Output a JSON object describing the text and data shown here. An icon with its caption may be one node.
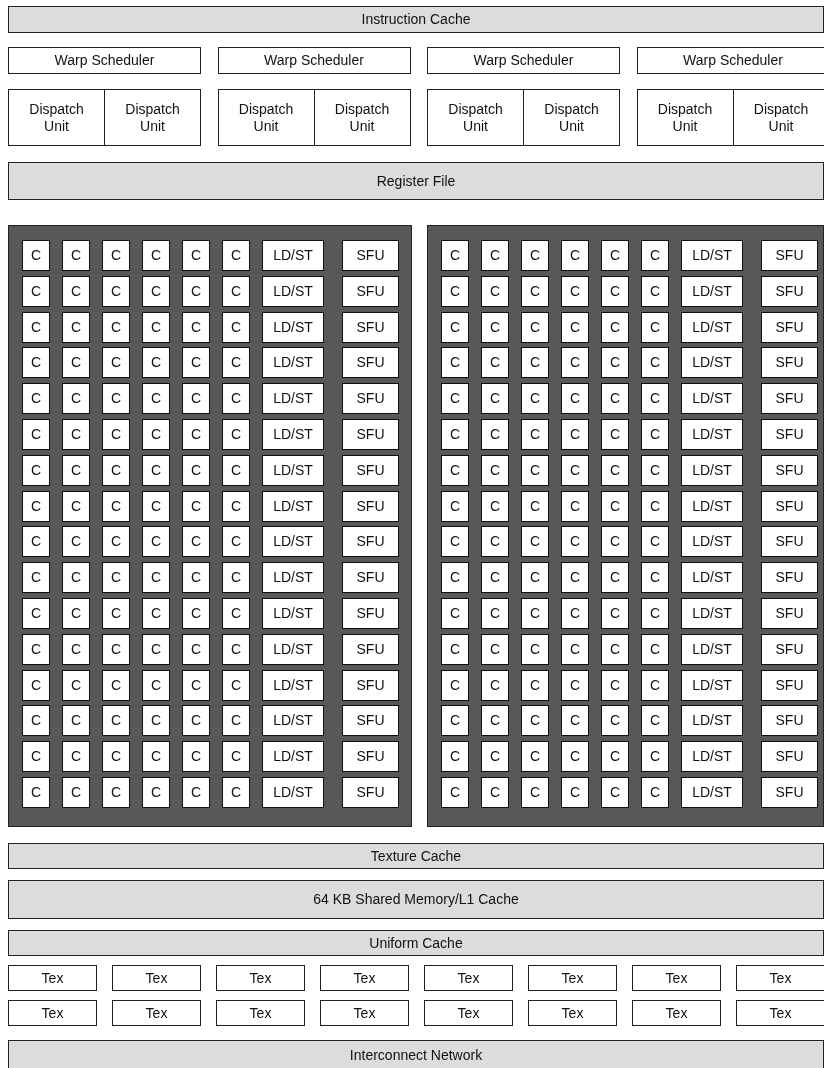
{
  "diagram": {
    "nodes": [
      {
        "text": [
          "Instruction Cache"
        ]
      },
      {
        "text": [
          "Warp Scheduler"
        ]
      },
      {
        "text": [
          "Warp Scheduler"
        ]
      },
      {
        "text": [
          "Warp Scheduler"
        ]
      },
      {
        "text": [
          "Warp Scheduler"
        ]
      },
      {
        "text": [
          "Dispatch Unit"
        ]
      },
      {
        "text": [
          "Dispatch Unit"
        ]
      },
      {
        "text": [
          "Dispatch Unit"
        ]
      },
      {
        "text": [
          "Dispatch Unit"
        ]
      },
      {
        "text": [
          "Dispatch Unit"
        ]
      },
      {
        "text": [
          "Dispatch Unit"
        ]
      },
      {
        "text": [
          "Dispatch Unit"
        ]
      },
      {
        "text": [
          "Dispatch Unit"
        ]
      },
      {
        "text": [
          "Register File"
        ]
      },
      {
        "text": [],
        "shape": "box"
      },
      {
        "text": [
          "C"
        ],
        "in": 14
      },
      {
        "text": [
          "C"
        ],
        "in": 14
      },
      {
        "text": [
          "C"
        ],
        "in": 14
      },
      {
        "text": [
          "C"
        ],
        "in": 14
      },
      {
        "text": [
          "C"
        ],
        "in": 14
      },
      {
        "text": [
          "C"
        ],
        "in": 14
      },
      {
        "text": [
          "LD/ST"
        ],
        "in": 14
      },
      {
        "text": [
          "SFU"
        ],
        "in": 14
      },
      {
        "text": [
          "C"
        ],
        "in": 14
      },
      {
        "text": [
          "C"
        ],
        "in": 14
      },
      {
        "text": [
          "C"
        ],
        "in": 14
      },
      {
        "text": [
          "C"
        ],
        "in": 14
      },
      {
        "text": [
          "C"
        ],
        "in": 14
      },
      {
        "text": [
          "C"
        ],
        "in": 14
      },
      {
        "text": [
          "LD/ST"
        ],
        "in": 14
      },
      {
        "text": [
          "SFU"
        ],
        "in": 14
      },
      {
        "text": [
          "C"
        ],
        "in": 14
      },
      {
        "text": [
          "C"
        ],
        "in": 14
      },
      {
        "text": [
          "C"
        ],
        "in": 14
      },
      {
        "text": [
          "C"
        ],
        "in": 14
      },
      {
        "text": [
          "C"
        ],
        "in": 14
      },
      {
        "text": [
          "C"
        ],
        "in": 14
      },
      {
        "text": [
          "LD/ST"
        ],
        "in": 14
      },
      {
        "text": [
          "SFU"
        ],
        "in": 14
      },
      {
        "text": [
          "C"
        ],
        "in": 14
      },
      {
        "text": [
          "C"
        ],
        "in": 14
      },
      {
        "text": [
          "C"
        ],
        "in": 14
      },
      {
        "text": [
          "C"
        ],
        "in": 14
      },
      {
        "text": [
          "C"
        ],
        "in": 14
      },
      {
        "text": [
          "C"
        ],
        "in": 14
      },
      {
        "text": [
          "LD/ST"
        ],
        "in": 14
      },
      {
        "text": [
          "SFU"
        ],
        "in": 14
      },
      {
        "text": [
          "C"
        ],
        "in": 14
      },
      {
        "text": [
          "C"
        ],
        "in": 14
      },
      {
        "text": [
          "C"
        ],
        "in": 14
      },
      {
        "text": [
          "C"
        ],
        "in": 14
      },
      {
        "text": [
          "C"
        ],
        "in": 14
      },
      {
        "text": [
          "C"
        ],
        "in": 14
      },
      {
        "text": [
          "LD/ST"
        ],
        "in": 14
      },
      {
        "text": [
          "SFU"
        ],
        "in": 14
      },
      {
        "text": [
          "C"
        ],
        "in": 14
      },
      {
        "text": [
          "C"
        ],
        "in": 14
      },
      {
        "text": [
          "C"
        ],
        "in": 14
      },
      {
        "text": [
          "C"
        ],
        "in": 14
      },
      {
        "text": [
          "C"
        ],
        "in": 14
      },
      {
        "text": [
          "C"
        ],
        "in": 14
      },
      {
        "text": [
          "LD/ST"
        ],
        "in": 14
      },
      {
        "text": [
          "SFU"
        ],
        "in": 14
      },
      {
        "text": [
          "C"
        ],
        "in": 14
      },
      {
        "text": [
          "C"
        ],
        "in": 14
      },
      {
        "text": [
          "C"
        ],
        "in": 14
      },
      {
        "text": [
          "C"
        ],
        "in": 14
      },
      {
        "text": [
          "C"
        ],
        "in": 14
      },
      {
        "text": [
          "C"
        ],
        "in": 14
      },
      {
        "text": [
          "LD/ST"
        ],
        "in": 14
      },
      {
        "text": [
          "SFU"
        ],
        "in": 14
      },
      {
        "text": [
          "C"
        ],
        "in": 14
      },
      {
        "text": [
          "C"
        ],
        "in": 14
      },
      {
        "text": [
          "C"
        ],
        "in": 14
      },
      {
        "text": [
          "C"
        ],
        "in": 14
      },
      {
        "text": [
          "C"
        ],
        "in": 14
      },
      {
        "text": [
          "C"
        ],
        "in": 14
      },
      {
        "text": [
          "LD/ST"
        ],
        "in": 14
      },
      {
        "text": [
          "SFU"
        ],
        "in": 14
      },
      {
        "text": [
          "C"
        ],
        "in": 14
      },
      {
        "text": [
          "C"
        ],
        "in": 14
      },
      {
        "text": [
          "C"
        ],
        "in": 14
      },
      {
        "text": [
          "C"
        ],
        "in": 14
      },
      {
        "text": [
          "C"
        ],
        "in": 14
      },
      {
        "text": [
          "C"
        ],
        "in": 14
      },
      {
        "text": [
          "LD/ST"
        ],
        "in": 14
      },
      {
        "text": [
          "SFU"
        ],
        "in": 14
      },
      {
        "text": [
          "C"
        ],
        "in": 14
      },
      {
        "text": [
          "C"
        ],
        "in": 14
      },
      {
        "text": [
          "C"
        ],
        "in": 14
      },
      {
        "text": [
          "C"
        ],
        "in": 14
      },
      {
        "text": [
          "C"
        ],
        "in": 14
      },
      {
        "text": [
          "C"
        ],
        "in": 14
      },
      {
        "text": [
          "LD/ST"
        ],
        "in": 14
      },
      {
        "text": [
          "SFU"
        ],
        "in": 14
      },
      {
        "text": [
          "C"
        ],
        "in": 14
      },
      {
        "text": [
          "C"
        ],
        "in": 14
      },
      {
        "text": [
          "C"
        ],
        "in": 14
      },
      {
        "text": [
          "C"
        ],
        "in": 14
      },
      {
        "text": [
          "C"
        ],
        "in": 14
      },
      {
        "text": [
          "C"
        ],
        "in": 14
      },
      {
        "text": [
          "LD/ST"
        ],
        "in": 14
      },
      {
        "text": [
          "SFU"
        ],
        "in": 14
      },
      {
        "text": [
          "C"
        ],
        "in": 14
      },
      {
        "text": [
          "C"
        ],
        "in": 14
      },
      {
        "text": [
          "C"
        ],
        "in": 14
      },
      {
        "text": [
          "C"
        ],
        "in": 14
      },
      {
        "text": [
          "C"
        ],
        "in": 14
      },
      {
        "text": [
          "C"
        ],
        "in": 14
      },
      {
        "text": [
          "LD/ST"
        ],
        "in": 14
      },
      {
        "text": [
          "SFU"
        ],
        "in": 14
      },
      {
        "text": [
          "C"
        ],
        "in": 14
      },
      {
        "text": [
          "C"
        ],
        "in": 14
      },
      {
        "text": [
          "C"
        ],
        "in": 14
      },
      {
        "text": [
          "C"
        ],
        "in": 14
      },
      {
        "text": [
          "C"
        ],
        "in": 14
      },
      {
        "text": [
          "C"
        ],
        "in": 14
      },
      {
        "text": [
          "LD/ST"
        ],
        "in": 14
      },
      {
        "text": [
          "SFU"
        ],
        "in": 14
      },
      {
        "text": [
          "C"
        ],
        "in": 14
      },
      {
        "text": [
          "C"
        ],
        "in": 14
      },
      {
        "text": [
          "C"
        ],
        "in": 14
      },
      {
        "text": [
          "C"
        ],
        "in": 14
      },
      {
        "text": [
          "C"
        ],
        "in": 14
      },
      {
        "text": [
          "C"
        ],
        "in": 14
      },
      {
        "text": [
          "LD/ST"
        ],
        "in": 14
      },
      {
        "text": [
          "SFU"
        ],
        "in": 14
      },
      {
        "text": [
          "C"
        ],
        "in": 14
      },
      {
        "text": [
          "C"
        ],
        "in": 14
      },
      {
        "text": [
          "C"
        ],
        "in": 14
      },
      {
        "text": [
          "C"
        ],
        "in": 14
      },
      {
        "text": [
          "C"
        ],
        "in": 14
      },
      {
        "text": [
          "C"
        ],
        "in": 14
      },
      {
        "text": [
          "LD/ST"
        ],
        "in": 14
      },
      {
        "text": [
          "SFU"
        ],
        "in": 14
      },
      {
        "text": [
          "C"
        ],
        "in": 14
      },
      {
        "text": [
          "C"
        ],
        "in": 14
      },
      {
        "text": [
          "C"
        ],
        "in": 14
      },
      {
        "text": [
          "C"
        ],
        "in": 14
      },
      {
        "text": [
          "C"
        ],
        "in": 14
      },
      {
        "text": [
          "C"
        ],
        "in": 14
      },
      {
        "text": [
          "LD/ST"
        ],
        "in": 14
      },
      {
        "text": [
          "SFU"
        ],
        "in": 14
      },
      {
        "text": [],
        "shape": "box"
      },
      {
        "text": [
          "C"
        ],
        "in": 143
      },
      {
        "text": [
          "C"
        ],
        "in": 143
      },
      {
        "text": [
          "C"
        ],
        "in": 143
      },
      {
        "text": [
          "C"
        ],
        "in": 143
      },
      {
        "text": [
          "C"
        ],
        "in": 143
      },
      {
        "text": [
          "C"
        ],
        "in": 143
      },
      {
        "text": [
          "LD/ST"
        ],
        "in": 143
      },
      {
        "text": [
          "SFU"
        ],
        "in": 143
      },
      {
        "text": [
          "C"
        ],
        "in": 143
      },
      {
        "text": [
          "C"
        ],
        "in": 143
      },
      {
        "text": [
          "C"
        ],
        "in": 143
      },
      {
        "text": [
          "C"
        ],
        "in": 143
      },
      {
        "text": [
          "C"
        ],
        "in": 143
      },
      {
        "text": [
          "C"
        ],
        "in": 143
      },
      {
        "text": [
          "LD/ST"
        ],
        "in": 143
      },
      {
        "text": [
          "SFU"
        ],
        "in": 143
      },
      {
        "text": [
          "C"
        ],
        "in": 143
      },
      {
        "text": [
          "C"
        ],
        "in": 143
      },
      {
        "text": [
          "C"
        ],
        "in": 143
      },
      {
        "text": [
          "C"
        ],
        "in": 143
      },
      {
        "text": [
          "C"
        ],
        "in": 143
      },
      {
        "text": [
          "C"
        ],
        "in": 143
      },
      {
        "text": [
          "LD/ST"
        ],
        "in": 143
      },
      {
        "text": [
          "SFU"
        ],
        "in": 143
      },
      {
        "text": [
          "C"
        ],
        "in": 143
      },
      {
        "text": [
          "C"
        ],
        "in": 143
      },
      {
        "text": [
          "C"
        ],
        "in": 143
      },
      {
        "text": [
          "C"
        ],
        "in": 143
      },
      {
        "text": [
          "C"
        ],
        "in": 143
      },
      {
        "text": [
          "C"
        ],
        "in": 143
      },
      {
        "text": [
          "LD/ST"
        ],
        "in": 143
      },
      {
        "text": [
          "SFU"
        ],
        "in": 143
      },
      {
        "text": [
          "C"
        ],
        "in": 143
      },
      {
        "text": [
          "C"
        ],
        "in": 143
      },
      {
        "text": [
          "C"
        ],
        "in": 143
      },
      {
        "text": [
          "C"
        ],
        "in": 143
      },
      {
        "text": [
          "C"
        ],
        "in": 143
      },
      {
        "text": [
          "C"
        ],
        "in": 143
      },
      {
        "text": [
          "LD/ST"
        ],
        "in": 143
      },
      {
        "text": [
          "SFU"
        ],
        "in": 143
      },
      {
        "text": [
          "C"
        ],
        "in": 143
      },
      {
        "text": [
          "C"
        ],
        "in": 143
      },
      {
        "text": [
          "C"
        ],
        "in": 143
      },
      {
        "text": [
          "C"
        ],
        "in": 143
      },
      {
        "text": [
          "C"
        ],
        "in": 143
      },
      {
        "text": [
          "C"
        ],
        "in": 143
      },
      {
        "text": [
          "LD/ST"
        ],
        "in": 143
      },
      {
        "text": [
          "SFU"
        ],
        "in": 143
      },
      {
        "text": [
          "C"
        ],
        "in": 143
      },
      {
        "text": [
          "C"
        ],
        "in": 143
      },
      {
        "text": [
          "C"
        ],
        "in": 143
      },
      {
        "text": [
          "C"
        ],
        "in": 143
      },
      {
        "text": [
          "C"
        ],
        "in": 143
      },
      {
        "text": [
          "C"
        ],
        "in": 143
      },
      {
        "text": [
          "LD/ST"
        ],
        "in": 143
      },
      {
        "text": [
          "SFU"
        ],
        "in": 143
      },
      {
        "text": [
          "C"
        ],
        "in": 143
      },
      {
        "text": [
          "C"
        ],
        "in": 143
      },
      {
        "text": [
          "C"
        ],
        "in": 143
      },
      {
        "text": [
          "C"
        ],
        "in": 143
      },
      {
        "text": [
          "C"
        ],
        "in": 143
      },
      {
        "text": [
          "C"
        ],
        "in": 143
      },
      {
        "text": [
          "LD/ST"
        ],
        "in": 143
      },
      {
        "text": [
          "SFU"
        ],
        "in": 143
      },
      {
        "text": [
          "C"
        ],
        "in": 143
      },
      {
        "text": [
          "C"
        ],
        "in": 143
      },
      {
        "text": [
          "C"
        ],
        "in": 143
      },
      {
        "text": [
          "C"
        ],
        "in": 143
      },
      {
        "text": [
          "C"
        ],
        "in": 143
      },
      {
        "text": [
          "C"
        ],
        "in": 143
      },
      {
        "text": [
          "LD/ST"
        ],
        "in": 143
      },
      {
        "text": [
          "SFU"
        ],
        "in": 143
      },
      {
        "text": [
          "C"
        ],
        "in": 143
      },
      {
        "text": [
          "C"
        ],
        "in": 143
      },
      {
        "text": [
          "C"
        ],
        "in": 143
      },
      {
        "text": [
          "C"
        ],
        "in": 143
      },
      {
        "text": [
          "C"
        ],
        "in": 143
      },
      {
        "text": [
          "C"
        ],
        "in": 143
      },
      {
        "text": [
          "LD/ST"
        ],
        "in": 143
      },
      {
        "text": [
          "SFU"
        ],
        "in": 143
      },
      {
        "text": [
          "C"
        ],
        "in": 143
      },
      {
        "text": [
          "C"
        ],
        "in": 143
      },
      {
        "text": [
          "C"
        ],
        "in": 143
      },
      {
        "text": [
          "C"
        ],
        "in": 143
      },
      {
        "text": [
          "C"
        ],
        "in": 143
      },
      {
        "text": [
          "C"
        ],
        "in": 143
      },
      {
        "text": [
          "LD/ST"
        ],
        "in": 143
      },
      {
        "text": [
          "SFU"
        ],
        "in": 143
      },
      {
        "text": [
          "C"
        ],
        "in": 143
      },
      {
        "text": [
          "C"
        ],
        "in": 143
      },
      {
        "text": [
          "C"
        ],
        "in": 143
      },
      {
        "text": [
          "C"
        ],
        "in": 143
      },
      {
        "text": [
          "C"
        ],
        "in": 143
      },
      {
        "text": [
          "C"
        ],
        "in": 143
      },
      {
        "text": [
          "LD/ST"
        ],
        "in": 143
      },
      {
        "text": [
          "SFU"
        ],
        "in": 143
      },
      {
        "text": [
          "C"
        ],
        "in": 143
      },
      {
        "text": [
          "C"
        ],
        "in": 143
      },
      {
        "text": [
          "C"
        ],
        "in": 143
      },
      {
        "text": [
          "C"
        ],
        "in": 143
      },
      {
        "text": [
          "C"
        ],
        "in": 143
      },
      {
        "text": [
          "C"
        ],
        "in": 143
      },
      {
        "text": [
          "LD/ST"
        ],
        "in": 143
      },
      {
        "text": [
          "SFU"
        ],
        "in": 143
      },
      {
        "text": [
          "C"
        ],
        "in": 143
      },
      {
        "text": [
          "C"
        ],
        "in": 143
      },
      {
        "text": [
          "C"
        ],
        "in": 143
      },
      {
        "text": [
          "C"
        ],
        "in": 143
      },
      {
        "text": [
          "C"
        ],
        "in": 143
      },
      {
        "text": [
          "C"
        ],
        "in": 143
      },
      {
        "text": [
          "LD/ST"
        ],
        "in": 143
      },
      {
        "text": [
          "SFU"
        ],
        "in": 143
      },
      {
        "text": [
          "C"
        ],
        "in": 143
      },
      {
        "text": [
          "C"
        ],
        "in": 143
      },
      {
        "text": [
          "C"
        ],
        "in": 143
      },
      {
        "text": [
          "C"
        ],
        "in": 143
      },
      {
        "text": [
          "C"
        ],
        "in": 143
      },
      {
        "text": [
          "C"
        ],
        "in": 143
      },
      {
        "text": [
          "LD/ST"
        ],
        "in": 143
      },
      {
        "text": [
          "SFU"
        ],
        "in": 143
      },
      {
        "text": [
          "C"
        ],
        "in": 143
      },
      {
        "text": [
          "C"
        ],
        "in": 143
      },
      {
        "text": [
          "C"
        ],
        "in": 143
      },
      {
        "text": [
          "C"
        ],
        "in": 143
      },
      {
        "text": [
          "C"
        ],
        "in": 143
      },
      {
        "text": [
          "C"
        ],
        "in": 143
      },
      {
        "text": [
          "LD/ST"
        ],
        "in": 143
      },
      {
        "text": [
          "SFU"
        ],
        "in": 143
      },
      {
        "text": [
          "Texture Cache"
        ]
      },
      {
        "text": [
          "64 KB Shared Memory/L1 Cache"
        ]
      },
      {
        "text": [
          "Uniform Cache"
        ]
      },
      {
        "text": [
          "Tex"
        ]
      },
      {
        "text": [
          "Tex"
        ]
      },
      {
        "text": [
          "Tex"
        ]
      },
      {
        "text": [
          "Tex"
        ]
      },
      {
        "text": [
          "Tex"
        ]
      },
      {
        "text": [
          "Tex"
        ]
      },
      {
        "text": [
          "Tex"
        ]
      },
      {
        "text": [
          "Tex"
        ]
      },
      {
        "text": [
          "Tex"
        ]
      },
      {
        "text": [
          "Tex"
        ]
      },
      {
        "text": [
          "Tex"
        ]
      },
      {
        "text": [
          "Tex"
        ]
      },
      {
        "text": [
          "Tex"
        ]
      },
      {
        "text": [
          "Tex"
        ]
      },
      {
        "text": [
          "Tex"
        ]
      },
      {
        "text": [
          "Tex"
        ]
      },
      {
        "text": [
          "Interconnect Network"
        ]
      }
    ]
  }
}
